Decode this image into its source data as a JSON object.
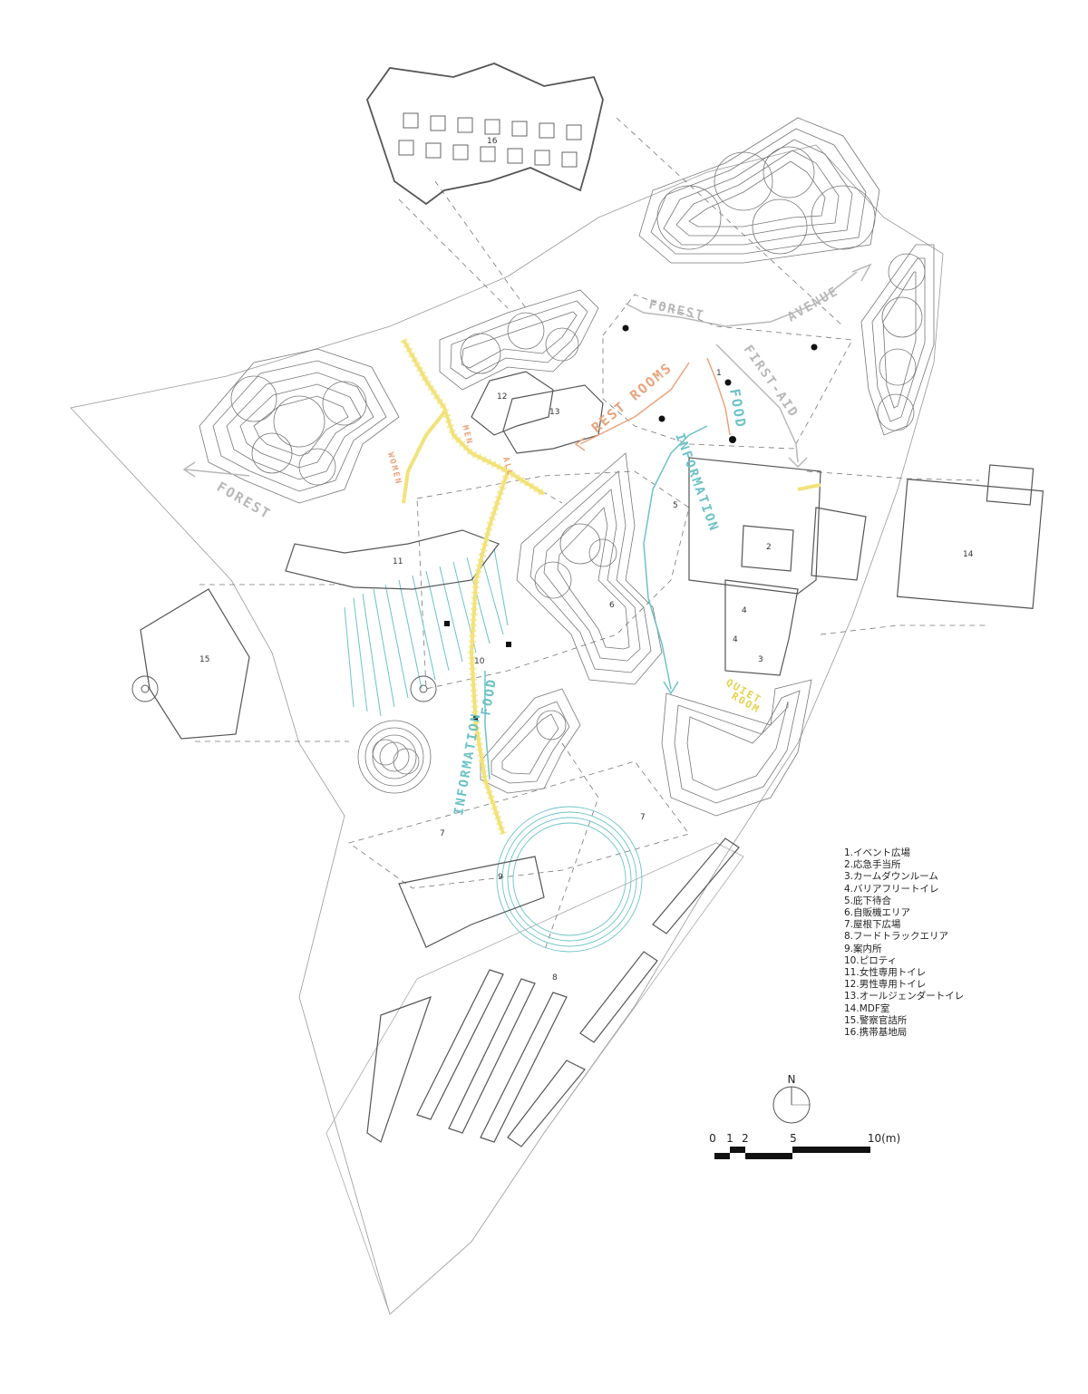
{
  "legend": [
    "1.イベント広場",
    "2.応急手当所",
    "3.カームダウンルーム",
    "4.バリアフリートイレ",
    "5.庇下待合",
    "6.自販機エリア",
    "7.屋根下広場",
    "8.フードトラックエリア",
    "9.案内所",
    "10.ピロティ",
    "11.女性専用トイレ",
    "12.男性専用トイレ",
    "13.オールジェンダートイレ",
    "14.MDF室",
    "15.警察官詰所",
    "16.携帯基地局"
  ],
  "area_numbers": {
    "n1": "1",
    "n2": "2",
    "n3": "3",
    "n4a": "4",
    "n4b": "4",
    "n5": "5",
    "n6": "6",
    "n7a": "7",
    "n7b": "7",
    "n8": "8",
    "n9": "9",
    "n10": "10",
    "n11": "11",
    "n12": "12",
    "n13": "13",
    "n14": "14",
    "n15": "15",
    "n16": "16"
  },
  "signage": {
    "forest_avenue_forest": "FOREST",
    "forest_avenue_avenue": "AVENUE",
    "first_aid": "FIRST-AID",
    "rest_rooms": "REST ROOMS",
    "food_top": "FOOD",
    "information_top": "INFORMATION",
    "forest_left": "FOREST",
    "women": "WOMEN",
    "men": "MEN",
    "all": "ALL",
    "quiet_room_1": "QUIET",
    "quiet_room_2": "ROOM",
    "information_bottom": "INFORMATION",
    "food_bottom": "FOOD"
  },
  "north": "N",
  "scale": {
    "labels": [
      "0",
      "1",
      "2",
      "5",
      "10(m)"
    ]
  },
  "colors": {
    "line": "#555555",
    "accent_orange": "#e8a47c",
    "accent_teal": "#6cc2c6",
    "accent_yellow": "#f2e27a",
    "accent_gray": "#b8b8b8"
  }
}
